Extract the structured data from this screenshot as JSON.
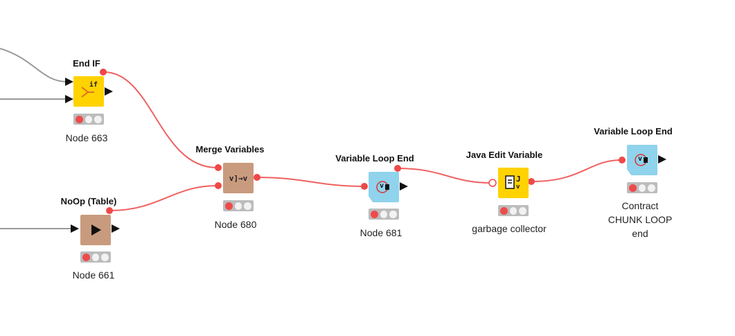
{
  "nodes": {
    "end_if": {
      "title": "End IF",
      "label": "Node 663",
      "icon_text": "if"
    },
    "noop_table": {
      "title": "NoOp (Table)",
      "label": "Node 661"
    },
    "merge_variables": {
      "title": "Merge Variables",
      "label": "Node 680",
      "icon_text": "v]→v"
    },
    "variable_loop_end_1": {
      "title": "Variable Loop End",
      "label": "Node 681",
      "icon_text": "v"
    },
    "java_edit_variable": {
      "title": "Java Edit Variable",
      "label": "garbage collector",
      "icon_text": "J"
    },
    "variable_loop_end_2": {
      "title": "Variable Loop End",
      "label_lines": [
        "Contract",
        "CHUNK LOOP",
        "end"
      ],
      "icon_text": "v"
    }
  },
  "colors": {
    "flow_variable_connection": "#f06060",
    "data_connection": "#9a9a9a",
    "manipulator": "#c99b7e",
    "loop_end": "#8fd3ec",
    "flow_control": "#ffd200",
    "status_bg": "#bcbcbc"
  }
}
